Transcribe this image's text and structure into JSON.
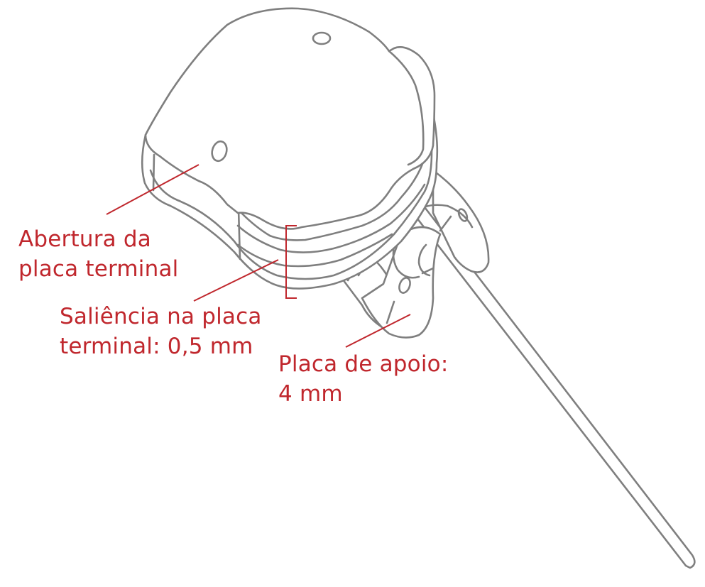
{
  "diagram": {
    "subject": "Device with terminal plate, support plate and long rod",
    "colors": {
      "annotation": "#c0272d",
      "outline": "#7f7f7f",
      "background": "#ffffff"
    },
    "labels": [
      {
        "id": "terminal-plate-opening",
        "lines": [
          "Abertura da",
          "placa terminal"
        ]
      },
      {
        "id": "terminal-plate-protrusion",
        "lines": [
          "Saliência na placa",
          "terminal: 0,5 mm"
        ]
      },
      {
        "id": "support-plate",
        "lines": [
          "Placa de apoio:",
          "4 mm"
        ]
      }
    ]
  }
}
